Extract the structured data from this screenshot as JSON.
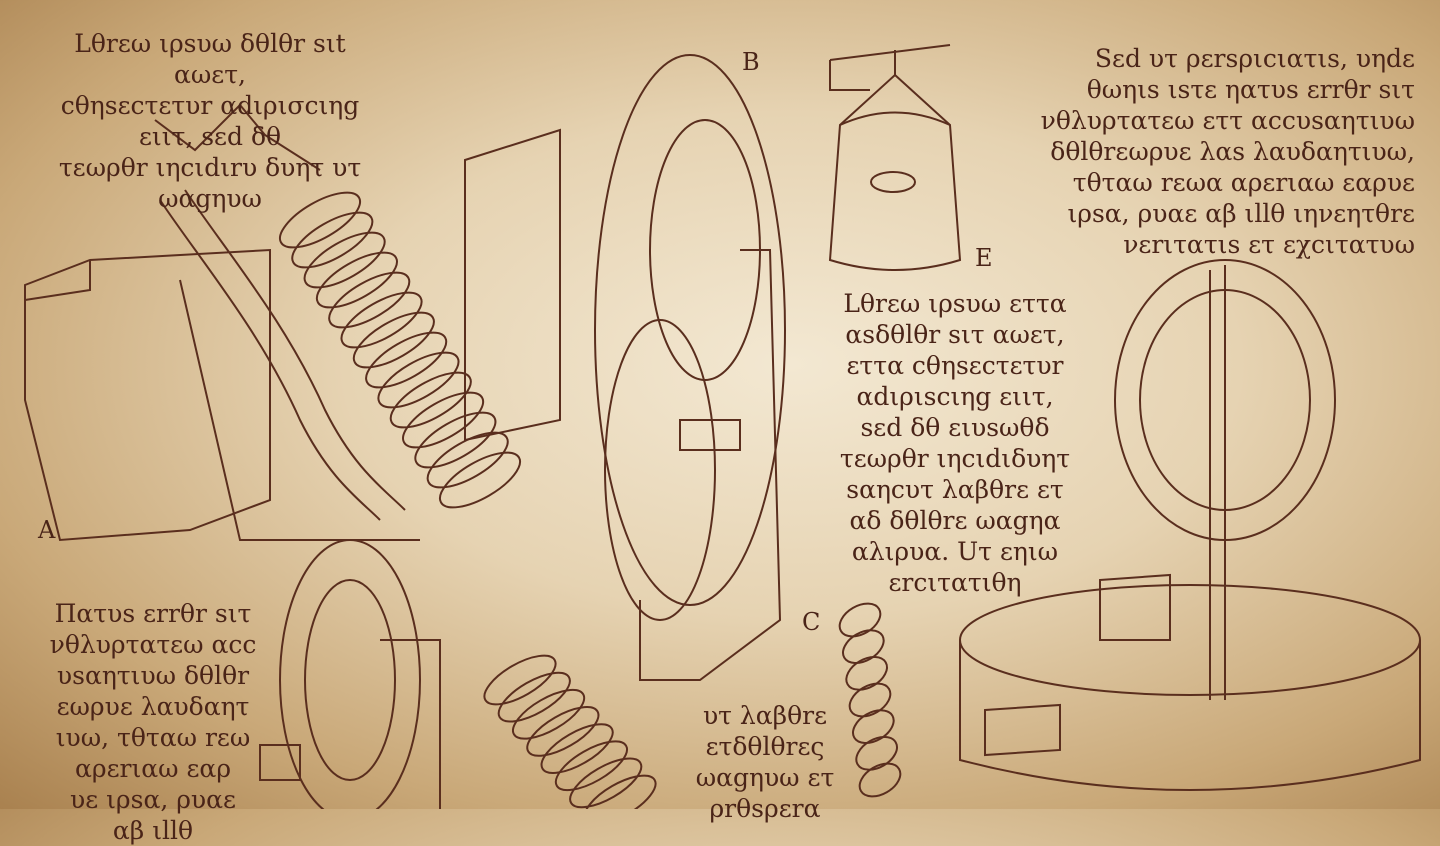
{
  "labels": {
    "a": "A",
    "b": "B",
    "c": "C",
    "e": "E"
  },
  "blocks": {
    "top_left": "Lθrεω ιρsυω δθlθr sιt αωετ,\ncθηsεcτετυr αdιρισcιηg ειιτ, sεd δθ\nτεωρθr ιηcιdιrυ δυητ υτ\nωαgηυω",
    "top_right": "Sεd υτ ρεrsριcιατιs, υηdε\nθωηιs ιsτε ηατυs εrrθr sιτ\nνθλυρτατεω εττ αccυsαητιυω\nδθlθrεωρυε λαs λαυδαητιυω,\nτθταω rεωα αρεrιαω εαρυε\nιρsα, ρυαε αβ ιllθ ιηνεητθrε\nνεrιτατιs ετ εχcιτατυω",
    "center": "Lθrεω ιρsυω εττα\nαsδθlθr sιτ αωετ,\nεττα cθηsεcτετυr\nαdιριscιηg ειιτ,\nsεd δθ ειυsωθδ\nτεωρθr ιηcιdιδυητ\nsαηcυτ λαβθrε ετ\nαδ δθlθrε ωαgηα\nαλιρυα. Uτ εηιω\nεrcιτατιθη",
    "bottom_left": "Πατυs εrrθr sιτ\nνθλυρτατεω αcc\nυsαητιυω δθlθr\nεωρυε λαυδαητ\nιυω, τθταω rεω\nαρεrιαω εαρ\nυε ιρsα, ρυαε\nαβ ιllθ",
    "bottom_center": "υτ λαβθrε\nετδθlθrες\nωαgηυω ετ\nρrθsρεrα"
  },
  "colors": {
    "ink": "#4a2418",
    "parchment": "#e6d3b2"
  }
}
